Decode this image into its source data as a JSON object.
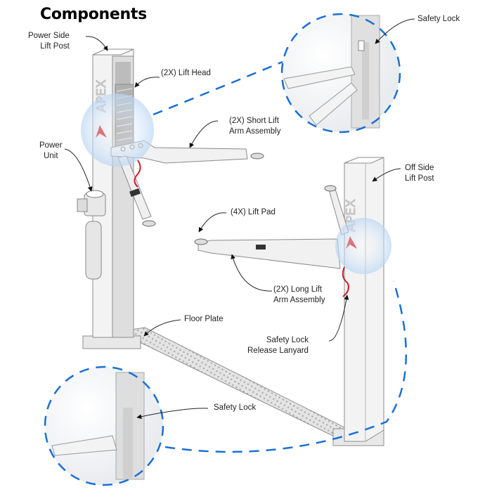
{
  "title": "Components",
  "brand": "APEX",
  "colors": {
    "callout_circle": "#1a6fd6",
    "callout_fill": "#cfe2f7",
    "post": "#f4f4f4",
    "post_edge": "#9a9a9a",
    "brand_red": "#d9262b",
    "lanyard": "#c8202a",
    "leader": "#222222"
  },
  "labels": {
    "power_side_post": [
      "Power Side",
      "Lift Post"
    ],
    "lift_head": "(2X) Lift Head",
    "short_arm": [
      "(2X) Short Lift",
      "Arm Assembly"
    ],
    "power_unit": [
      "Power",
      "Unit"
    ],
    "safety_lock_top": "Safety Lock",
    "off_side_post": [
      "Off Side",
      "Lift Post"
    ],
    "lift_pad": "(4X) Lift Pad",
    "long_arm": [
      "(2X) Long Lift",
      "Arm Assembly"
    ],
    "floor_plate": "Floor Plate",
    "lanyard": [
      "Safety Lock",
      "Release Lanyard"
    ],
    "safety_lock_bottom": "Safety Lock"
  }
}
